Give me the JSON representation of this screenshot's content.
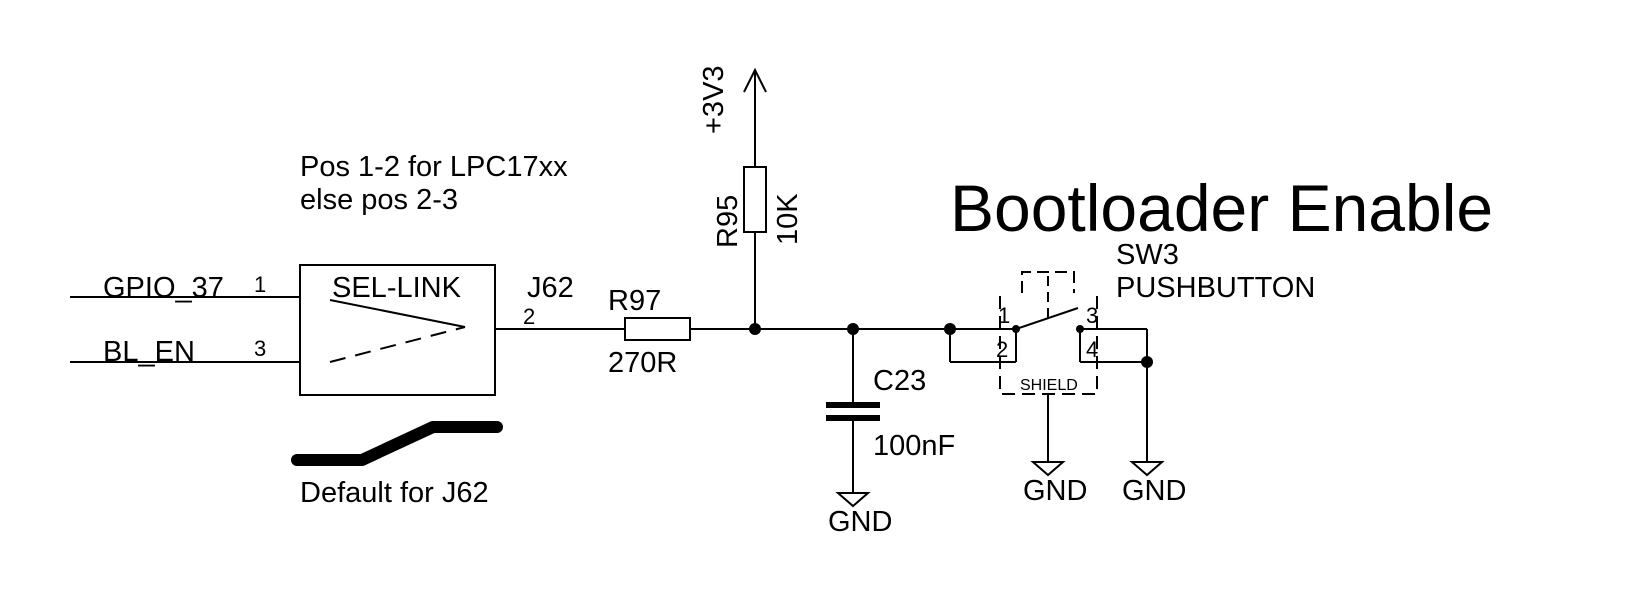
{
  "title": "Bootloader Enable",
  "note": {
    "line1": "Pos 1-2 for LPC17xx",
    "line2": "else pos 2-3"
  },
  "nets": {
    "gpio": "GPIO_37",
    "bl_en": "BL_EN"
  },
  "j62": {
    "ref": "J62",
    "value": "SEL-LINK",
    "pins": {
      "p1": "1",
      "p2": "2",
      "p3": "3"
    },
    "default_label": "Default for J62"
  },
  "r97": {
    "ref": "R97",
    "value": "270R"
  },
  "r95": {
    "ref": "R95",
    "value": "10K"
  },
  "power": {
    "label": "+3V3"
  },
  "c23": {
    "ref": "C23",
    "value": "100nF"
  },
  "sw3": {
    "ref": "SW3",
    "value": "PUSHBUTTON",
    "pins": {
      "p1": "1",
      "p2": "2",
      "p3": "3",
      "p4": "4"
    },
    "shield": "SHIELD"
  },
  "ground": {
    "label": "GND"
  }
}
